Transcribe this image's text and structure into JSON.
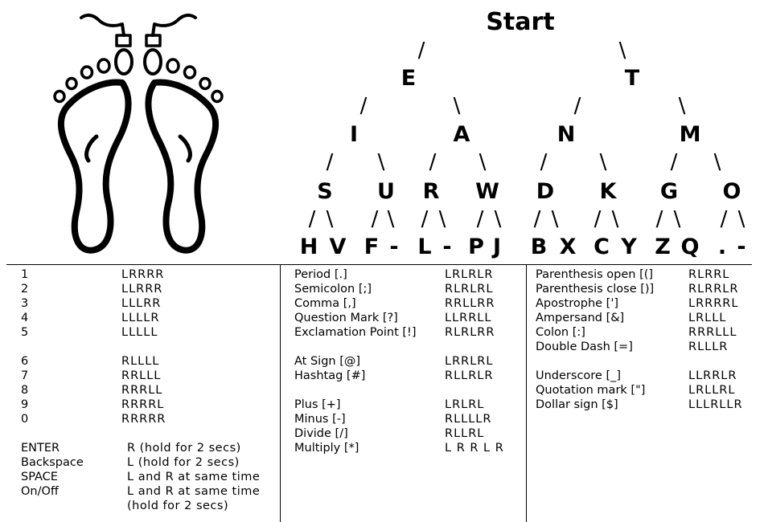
{
  "tree": {
    "start": "Start",
    "levels": [
      [
        "E",
        "T"
      ],
      [
        "I",
        "A",
        "N",
        "M"
      ],
      [
        "S",
        "U",
        "R",
        "W",
        "D",
        "K",
        "G",
        "O"
      ],
      [
        "H",
        "V",
        "F",
        "-",
        "L",
        "-",
        "P",
        "J",
        "B",
        "X",
        "C",
        "Y",
        "Z",
        "Q",
        ".",
        "-"
      ]
    ],
    "slash_left": "/",
    "slash_right": "\\"
  },
  "tables": [
    {
      "rows": [
        {
          "label": "1",
          "code": "LRRRR"
        },
        {
          "label": "2",
          "code": "LLRRR"
        },
        {
          "label": "3",
          "code": "LLLRR"
        },
        {
          "label": "4",
          "code": "LLLLR"
        },
        {
          "label": "5",
          "code": "LLLLL"
        },
        {
          "label": "",
          "code": ""
        },
        {
          "label": "6",
          "code": "RLLLL"
        },
        {
          "label": "7",
          "code": "RRLLL"
        },
        {
          "label": "8",
          "code": "RRRLL"
        },
        {
          "label": "9",
          "code": "RRRRL"
        },
        {
          "label": "0",
          "code": "RRRRR"
        },
        {
          "label": "",
          "code": ""
        },
        {
          "label": "ENTER",
          "code": "R (hold for 2 secs)"
        },
        {
          "label": "Backspace",
          "code": "L (hold for 2 secs)"
        },
        {
          "label": "SPACE",
          "code": "L and R at same time"
        },
        {
          "label": "On/Off",
          "code": "L and R at same time"
        },
        {
          "label": "",
          "code": "(hold for 2 secs)"
        }
      ]
    },
    {
      "rows": [
        {
          "label": "Period [.]",
          "code": "LRLRLR"
        },
        {
          "label": "Semicolon [;]",
          "code": "RLRLRL"
        },
        {
          "label": "Comma [,]",
          "code": "RRLLRR"
        },
        {
          "label": "Question Mark [?]",
          "code": "LLRRLL"
        },
        {
          "label": "Exclamation Point [!]",
          "code": "RLRLRR"
        },
        {
          "label": "",
          "code": ""
        },
        {
          "label": "At Sign [@]",
          "code": "LRRLRL"
        },
        {
          "label": "Hashtag [#]",
          "code": "RLLRLR"
        },
        {
          "label": "",
          "code": ""
        },
        {
          "label": "Plus [+]",
          "code": "LRLRL"
        },
        {
          "label": "Minus [-]",
          "code": "RLLLLR"
        },
        {
          "label": "Divide [/]",
          "code": "RLLRL"
        },
        {
          "label": "Multiply [*]",
          "code": "L R R L R"
        }
      ]
    },
    {
      "rows": [
        {
          "label": "Parenthesis open [(]",
          "code": "RLRRL"
        },
        {
          "label": "Parenthesis close [)]",
          "code": "RLRRLR"
        },
        {
          "label": "Apostrophe [']",
          "code": "LRRRRL"
        },
        {
          "label": "Ampersand [&]",
          "code": "LRLLL"
        },
        {
          "label": "Colon [:]",
          "code": "RRRLLL"
        },
        {
          "label": "Double Dash [=]",
          "code": "RLLLR"
        },
        {
          "label": "",
          "code": ""
        },
        {
          "label": "Underscore [_]",
          "code": "LLRRLR"
        },
        {
          "label": "Quotation mark [\"]",
          "code": "LRLLRL"
        },
        {
          "label": "Dollar sign [$]",
          "code": "LLLRLLR"
        }
      ]
    }
  ]
}
